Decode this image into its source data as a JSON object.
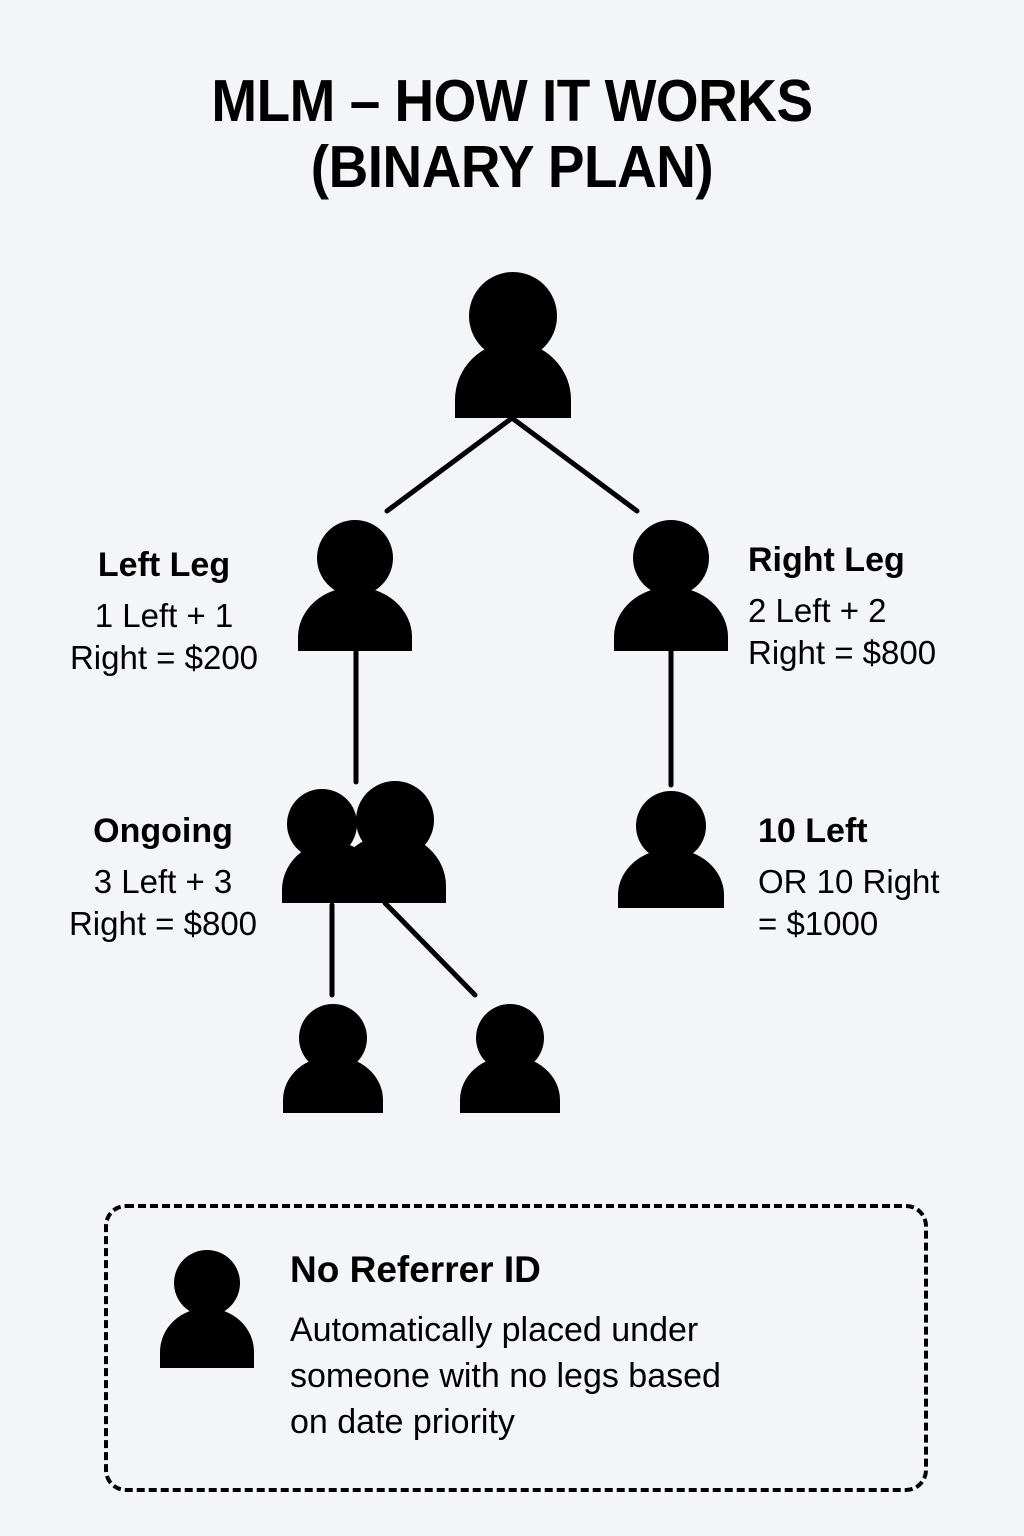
{
  "title": {
    "line1": "MLM – HOW IT WORKS",
    "line2": "(BINARY PLAN)"
  },
  "diagram": {
    "nodes": [
      {
        "id": "root",
        "icon": "person-icon",
        "name": "node-root"
      },
      {
        "id": "left-leg",
        "icon": "person-icon",
        "name": "node-left-leg"
      },
      {
        "id": "right-leg",
        "icon": "person-icon",
        "name": "node-right-leg"
      },
      {
        "id": "ongoing",
        "icon": "group-icon",
        "name": "node-ongoing"
      },
      {
        "id": "ten-left",
        "icon": "person-icon",
        "name": "node-ten-left"
      },
      {
        "id": "leaf-left",
        "icon": "person-icon",
        "name": "node-leaf-left"
      },
      {
        "id": "leaf-right",
        "icon": "person-icon",
        "name": "node-leaf-right"
      }
    ],
    "connectors": [
      {
        "from": "root",
        "to": "left-leg"
      },
      {
        "from": "root",
        "to": "right-leg"
      },
      {
        "from": "left-leg",
        "to": "ongoing"
      },
      {
        "from": "right-leg",
        "to": "ten-left"
      },
      {
        "from": "ongoing",
        "to": "leaf-left"
      },
      {
        "from": "ongoing",
        "to": "leaf-right"
      }
    ]
  },
  "labels": {
    "left_leg": {
      "heading": "Left Leg",
      "line1": "1 Left + 1",
      "line2": "Right = $200"
    },
    "right_leg": {
      "heading": "Right Leg",
      "line1": "2 Left + 2",
      "line2": "Right = $800"
    },
    "ongoing": {
      "heading": "Ongoing",
      "line1": "3 Left + 3",
      "line2": "Right = $800"
    },
    "ten_left": {
      "heading": "10 Left",
      "line1": "OR 10 Right",
      "line2": "= $1000"
    }
  },
  "callout": {
    "icon": "person-icon",
    "title": "No Referrer ID",
    "body_line1": "Automatically placed under",
    "body_line2": "someone with no legs based",
    "body_line3": "on date priority"
  },
  "colors": {
    "background": "#f4f5f7",
    "ink": "#000000"
  }
}
